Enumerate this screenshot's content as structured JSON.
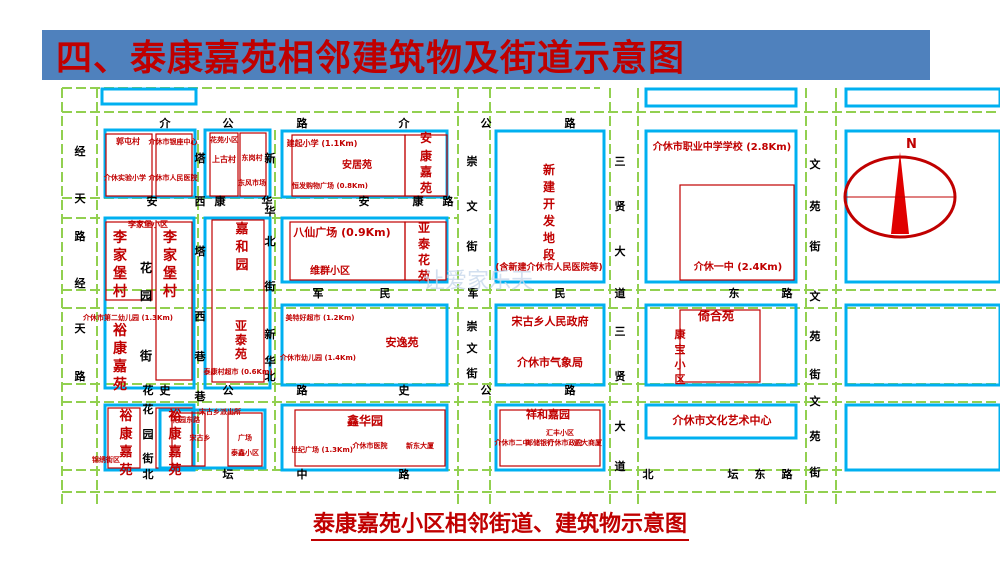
{
  "page_title": "四、泰康嘉苑相邻建筑物及街道示意图",
  "caption": "泰康嘉苑小区相邻街道、建筑物示意图",
  "colors": {
    "street": "#00b0f0",
    "green": "#92d050",
    "red": "#c00000",
    "ink": "#000000"
  },
  "compass": {
    "label": "N"
  },
  "watermark": "让爱家乐天",
  "streets": [
    "介",
    "公",
    "路",
    "介",
    "公",
    "路",
    "经",
    "天",
    "路",
    "经",
    "天",
    "路",
    "安",
    "西",
    "康",
    "华",
    "安",
    "康",
    "路",
    "塔",
    "新",
    "华",
    "北",
    "街",
    "塔",
    "西",
    "巷",
    "新",
    "华",
    "北",
    "军",
    "民",
    "军",
    "民",
    "东",
    "路",
    "崇",
    "文",
    "街",
    "崇",
    "文",
    "街",
    "三",
    "贤",
    "大",
    "道",
    "三",
    "贤",
    "大",
    "道",
    "文",
    "苑",
    "街",
    "文",
    "苑",
    "街",
    "文",
    "苑",
    "街",
    "花",
    "史",
    "公",
    "路",
    "史",
    "公",
    "路",
    "北",
    "坛",
    "中",
    "路",
    "北",
    "坛",
    "东",
    "路",
    "花",
    "园",
    "街",
    "巷"
  ],
  "blocks": [
    "郭屯村",
    "介休市银座中心",
    "介休实验小学",
    "介休市人民医院",
    "花苑小区",
    "上古村",
    "东岗村",
    "东风市场",
    "建起小学 (1.1Km)",
    "安居苑",
    "恒发购物广场 (0.8Km)",
    "安",
    "康",
    "嘉",
    "苑",
    "李家堡小区",
    "李",
    "家",
    "堡",
    "村",
    "李",
    "家",
    "堡",
    "村",
    "介休市第二幼儿园 (1.3Km)",
    "花",
    "园",
    "街",
    "裕",
    "康",
    "嘉",
    "苑",
    "嘉",
    "和",
    "园",
    "亚",
    "泰",
    "苑",
    "泰康村超市 (0.6Km)",
    "八仙广场 (0.9Km)",
    "亚",
    "泰",
    "花",
    "苑",
    "维群小区",
    "美特好超市 (1.2Km)",
    "介休市幼儿园 (1.4Km)",
    "安逸苑",
    "新",
    "建",
    "开",
    "发",
    "地",
    "段",
    "(含新建介休市人民医院等)",
    "宋古乡人民政府",
    "介休市气象局",
    "介休市职业中学学校 (2.8Km)",
    "介休一中 (2.4Km)",
    "倚合苑",
    "康",
    "宝",
    "小",
    "区",
    "裕",
    "康",
    "嘉",
    "苑",
    "裕",
    "康",
    "嘉",
    "苑",
    "锦绣街区",
    "宋古乡派出所",
    "花园东路",
    "宋古乡",
    "广场",
    "泰鑫小区",
    "鑫华园",
    "世纪广场 (1.3Km)",
    "介休市医院",
    "新东大厦",
    "祥和嘉园",
    "汇丰小区",
    "介休市二中",
    "邮储银行",
    "介休市政府",
    "正大商厦",
    "介休市文化艺术中心"
  ]
}
